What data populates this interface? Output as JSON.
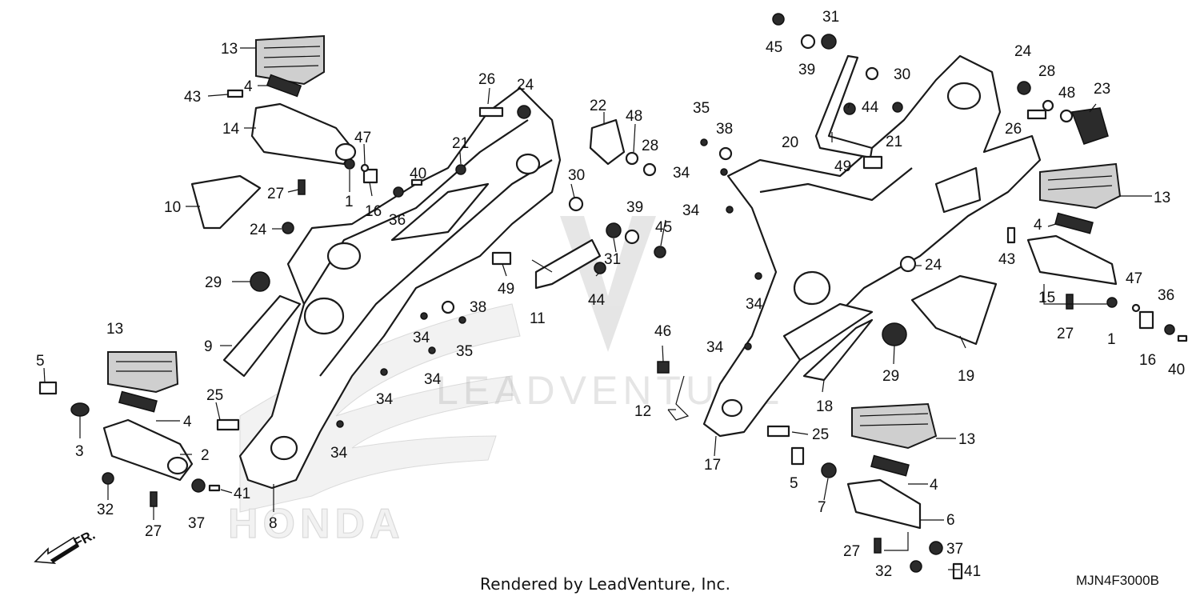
{
  "credit": "Rendered by LeadVenture, Inc.",
  "diagram_code": "MJN4F3000B",
  "direction_label": "FR.",
  "watermark": {
    "brand": "HONDA",
    "vendor": "LEADVENTURE"
  },
  "callouts": [
    "13",
    "4",
    "43",
    "14",
    "47",
    "1",
    "16",
    "36",
    "40",
    "27",
    "10",
    "24",
    "29",
    "9",
    "13",
    "5",
    "3",
    "4",
    "2",
    "25",
    "32",
    "27",
    "37",
    "41",
    "8",
    "26",
    "24",
    "21",
    "34",
    "38",
    "35",
    "34",
    "34",
    "34",
    "22",
    "48",
    "28",
    "30",
    "39",
    "45",
    "31",
    "44",
    "49",
    "11",
    "46",
    "12",
    "17",
    "25",
    "5",
    "7",
    "13",
    "4",
    "6",
    "27",
    "32",
    "37",
    "41",
    "31",
    "45",
    "39",
    "30",
    "44",
    "21",
    "35",
    "38",
    "34",
    "34",
    "20",
    "49",
    "34",
    "24",
    "29",
    "18",
    "19",
    "34",
    "24",
    "28",
    "48",
    "23",
    "26",
    "13",
    "4",
    "43",
    "15",
    "47",
    "36",
    "1",
    "16",
    "27",
    "40"
  ]
}
